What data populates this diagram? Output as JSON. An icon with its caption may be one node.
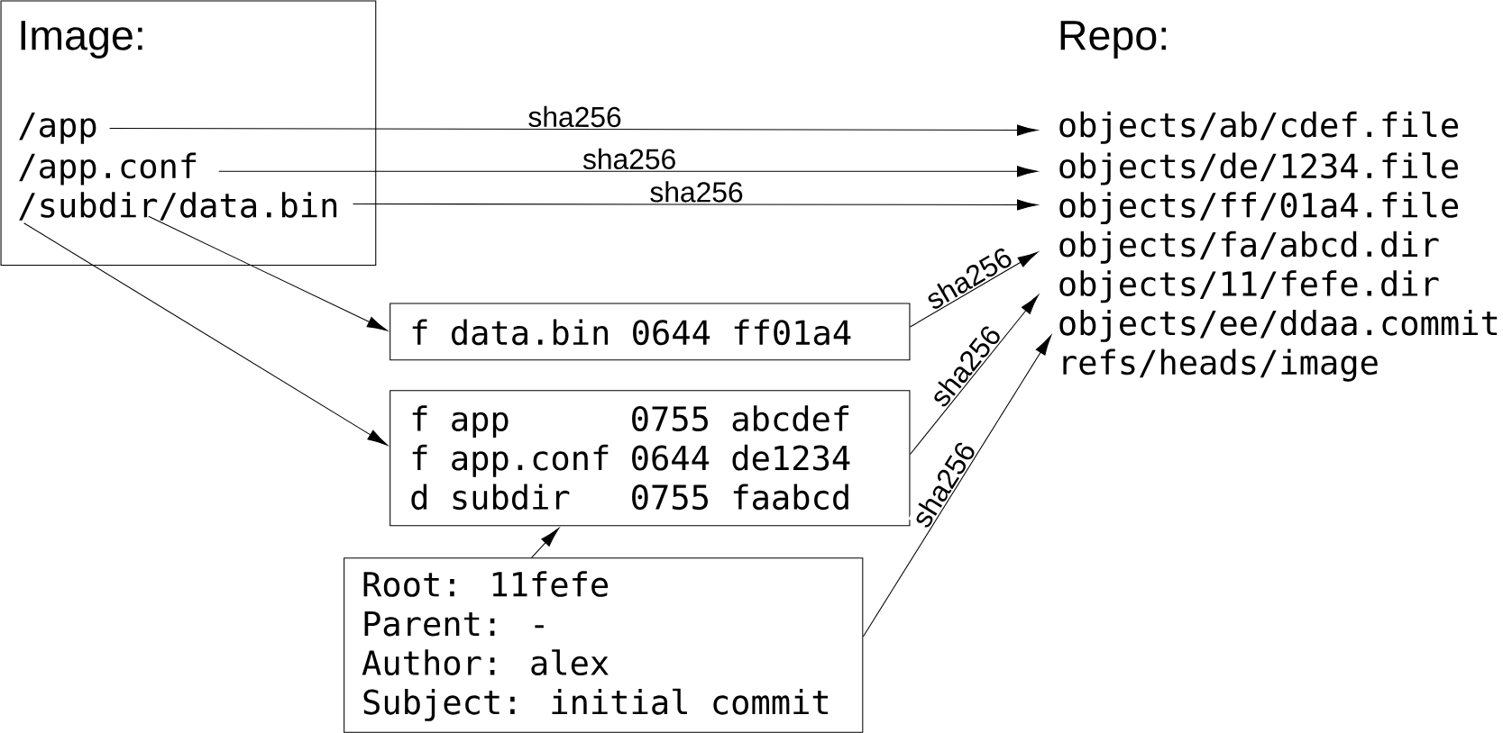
{
  "diagram": {
    "nodes": [
      {
        "text": [
          "Image:"
        ]
      },
      {
        "text": [
          "/app"
        ],
        "in": 0
      },
      {
        "text": [
          "/app.conf"
        ],
        "in": 0
      },
      {
        "text": [
          "/subdir/data.bin"
        ],
        "in": 0
      },
      {
        "text": [
          "objects/ab/cdef.file"
        ]
      },
      {
        "text": [
          "objects/de/1234.file"
        ]
      },
      {
        "text": [
          "objects/ff/01a4.file"
        ]
      },
      {
        "text": [
          "objects/fa/abcd.dir"
        ]
      },
      {
        "text": [
          "objects/11/fefe.dir"
        ]
      },
      {
        "text": [
          "objects/ee/ddaa.commit"
        ]
      },
      {
        "text": [
          "f data.bin 0644 ff01a4"
        ]
      },
      {
        "text": [
          "f app",
          "0755 abcdef",
          "f app.conf",
          "0644 de1234",
          "d subdir",
          "0755 faabcd"
        ]
      },
      {
        "text": [
          "Root: 11fefe",
          "Parent: -",
          "Author: alex",
          "Subject: initial commit"
        ]
      }
    ],
    "edges": [
      {
        "from": 1,
        "to": 4,
        "arrow": "to",
        "label": "sha256"
      },
      {
        "from": 2,
        "to": 5,
        "arrow": "to",
        "label": "sha256"
      },
      {
        "from": 3,
        "to": 6,
        "arrow": "to",
        "label": "sha256"
      },
      {
        "from": 3,
        "to": 10,
        "arrow": "to"
      },
      {
        "from": 3,
        "to": 11,
        "arrow": "to"
      },
      {
        "from": 10,
        "to": 7,
        "arrow": "to",
        "label": "sha256"
      },
      {
        "from": 11,
        "to": 8,
        "arrow": "to",
        "label": "sha256"
      },
      {
        "from": 12,
        "to": 11,
        "arrow": "to"
      },
      {
        "from": 12,
        "to": 9,
        "arrow": "to",
        "label": "sha256"
      }
    ],
    "labels": [
      "Repo:",
      "refs/heads/image"
    ]
  }
}
